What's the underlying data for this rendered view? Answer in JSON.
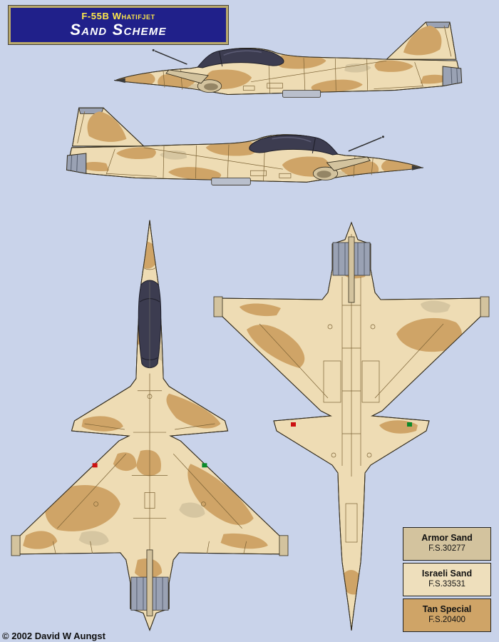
{
  "title": {
    "line1": "F-55B Whatifjet",
    "line2": "Sand Scheme"
  },
  "copyright": "© 2002 David W Aungst",
  "legend": {
    "items": [
      {
        "name": "Armor Sand",
        "fs": "F.S.30277",
        "color": "#d3c39e"
      },
      {
        "name": "Israeli Sand",
        "fs": "F.S.33531",
        "color": "#eedfbc"
      },
      {
        "name": "Tan Special",
        "fs": "F.S.20400",
        "color": "#cfa467"
      }
    ]
  },
  "colors": {
    "background": "#c9d3ea",
    "title_bg": "#20208a",
    "title_border": "#b9a96b",
    "title_yellow": "#ffe94a",
    "title_white": "#ffffff",
    "camo_base": "#eedcb4",
    "camo_tan": "#cfa467",
    "camo_armor": "#d3c39e",
    "canopy": "#3c3c50",
    "metal_gray": "#9aa2b4",
    "metal_light": "#b9bfcc",
    "line_brown": "#7a6134",
    "outline_dark": "#332c1c",
    "nav_red": "#cc1111",
    "nav_green": "#0b8a2a"
  }
}
